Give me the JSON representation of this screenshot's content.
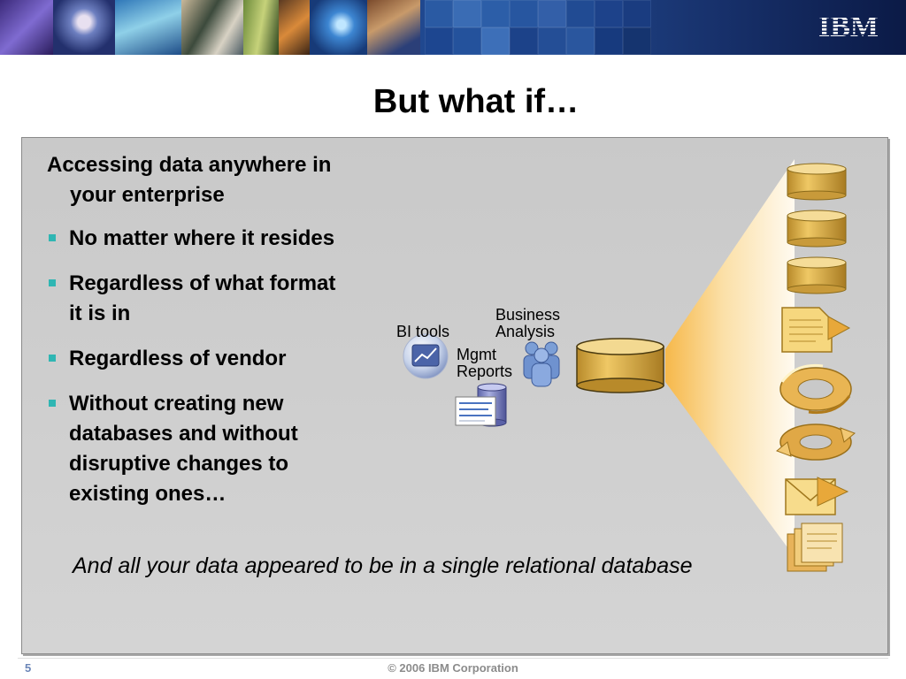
{
  "header": {
    "logo_text": "IBM"
  },
  "slide": {
    "title": "But what if…",
    "lead_line1": "Accessing data anywhere in",
    "lead_line2": "your enterprise",
    "bullets": [
      {
        "line1": "No matter where it resides",
        "line2": "",
        "line3": "",
        "line4": ""
      },
      {
        "line1": "Regardless of what format",
        "line2": "it is in",
        "line3": "",
        "line4": ""
      },
      {
        "line1": "Regardless of vendor",
        "line2": "",
        "line3": "",
        "line4": ""
      },
      {
        "line1": "Without creating new",
        "line2": "databases and without",
        "line3": "disruptive changes to",
        "line4": "existing ones…"
      }
    ],
    "tagline": "And all your data appeared to be in a single relational database"
  },
  "diagram": {
    "bi_tools": "BI tools",
    "business_line1": "Business",
    "business_line2": "Analysis",
    "mgmt_line1": "Mgmt",
    "mgmt_line2": "Reports"
  },
  "footer": {
    "page_number": "5",
    "copyright": "© 2006 IBM Corporation"
  },
  "colors": {
    "bullet_accent": "#2fb6b3",
    "banner_blue": "#1a3f86",
    "database_gold": "#e0b043"
  }
}
